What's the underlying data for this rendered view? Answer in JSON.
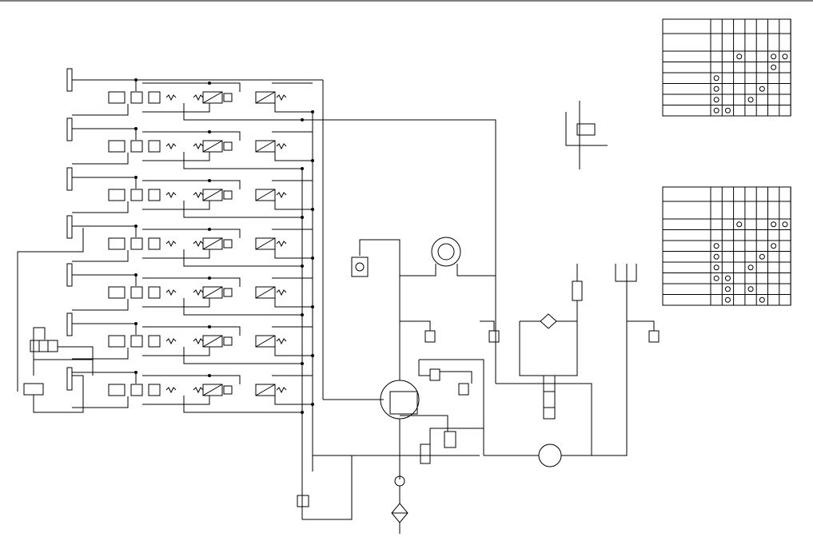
{
  "diagram": {
    "kind": "hydraulic-schematic",
    "line_color": "#000000",
    "background": "#ffffff",
    "rows": 7,
    "symbols": [
      "cylinder",
      "check-valve",
      "pressure-relief-valve",
      "solenoid-valve",
      "pump",
      "motor",
      "filter",
      "accumulator",
      "spring",
      "tank"
    ]
  },
  "tables": [
    {
      "cols": 7,
      "marks": [
        [
          0,
          2
        ],
        [
          0,
          5
        ],
        [
          0,
          6
        ],
        [
          1,
          5
        ],
        [
          2,
          0
        ],
        [
          3,
          0
        ],
        [
          3,
          4
        ],
        [
          4,
          0
        ],
        [
          4,
          3
        ],
        [
          5,
          0
        ],
        [
          5,
          1
        ]
      ]
    },
    {
      "cols": 7,
      "marks": [
        [
          0,
          2
        ],
        [
          0,
          5
        ],
        [
          0,
          6
        ],
        [
          2,
          0
        ],
        [
          2,
          5
        ],
        [
          3,
          0
        ],
        [
          3,
          4
        ],
        [
          4,
          0
        ],
        [
          4,
          3
        ],
        [
          5,
          0
        ],
        [
          5,
          1
        ],
        [
          6,
          1
        ],
        [
          6,
          3
        ],
        [
          7,
          1
        ],
        [
          7,
          4
        ]
      ]
    }
  ]
}
